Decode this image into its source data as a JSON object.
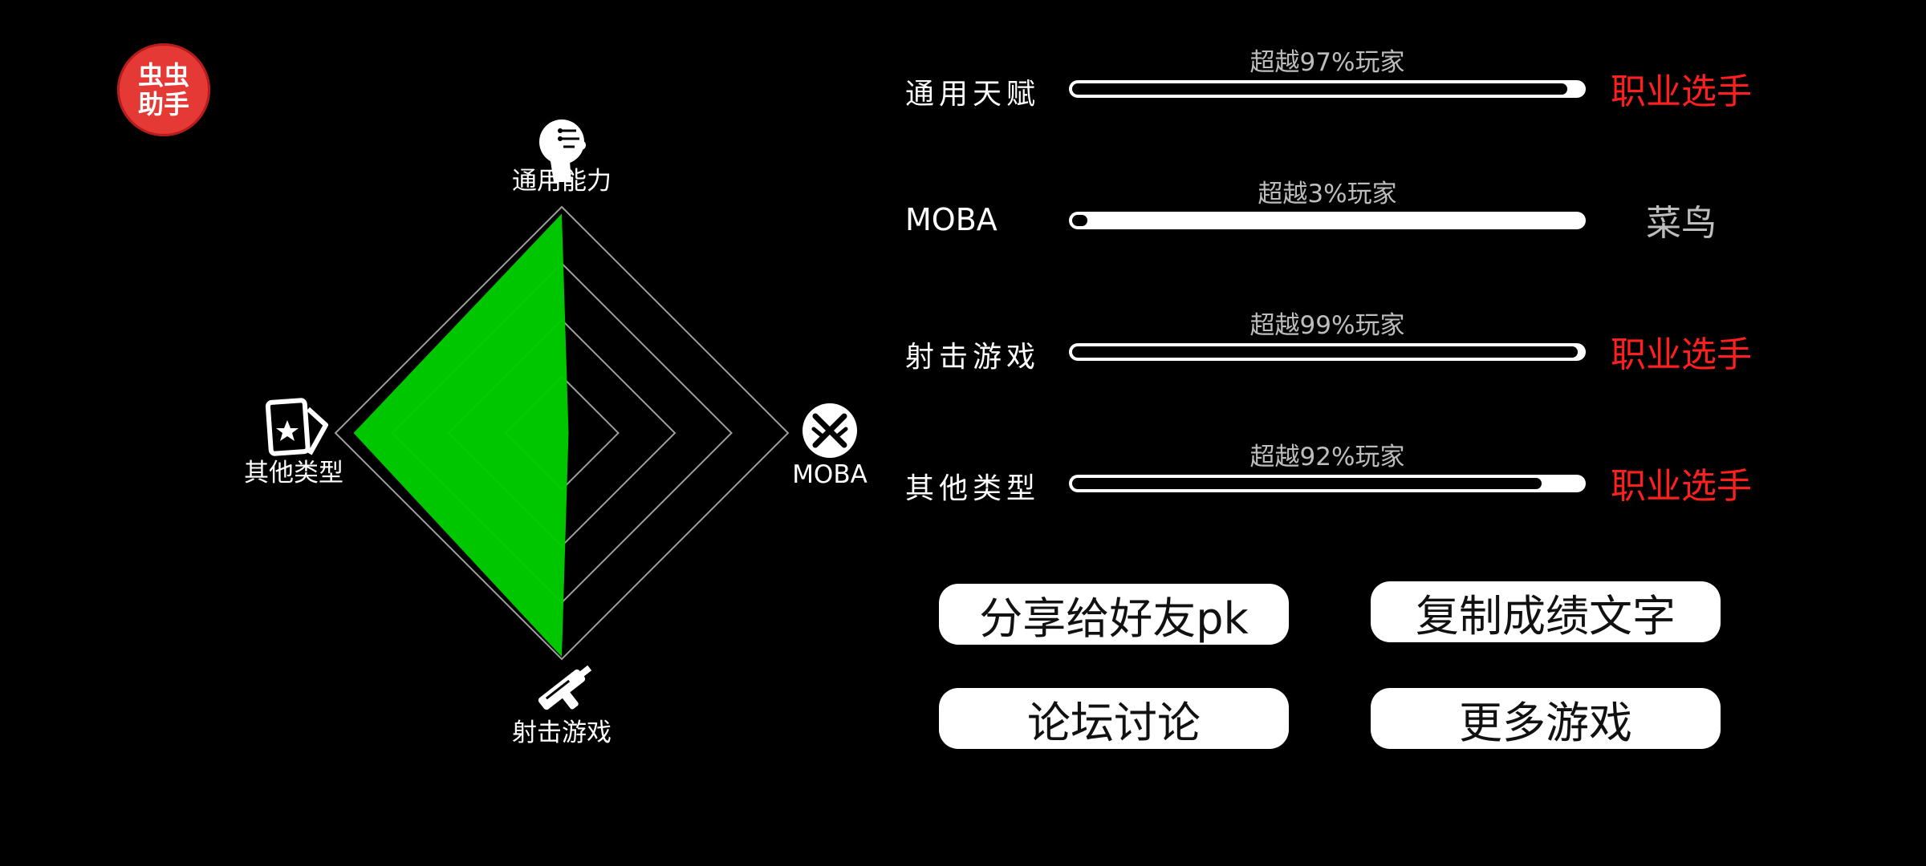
{
  "app": {
    "logo_text": "虫虫助手"
  },
  "chart_data": {
    "type": "radar",
    "axes": [
      "通用能力",
      "MOBA",
      "射击游戏",
      "其他类型"
    ],
    "values": [
      97,
      3,
      99,
      92
    ],
    "range": [
      0,
      100
    ],
    "rings": 4,
    "fill_color": "#00cc00",
    "grid_color": "#9e9e9e",
    "axis_icons": [
      "head-icon",
      "crossed-swords-icon",
      "gun-icon",
      "card-icon"
    ]
  },
  "stats": [
    {
      "label": "通用天赋",
      "percent_text": "超越97%玩家",
      "value": 97,
      "rank": "职业选手",
      "rank_color": "#ff1f1f"
    },
    {
      "label": "MOBA",
      "percent_text": "超越3%玩家",
      "value": 3,
      "rank": "菜鸟",
      "rank_color": "#bdbdbd"
    },
    {
      "label": "射击游戏",
      "percent_text": "超越99%玩家",
      "value": 99,
      "rank": "职业选手",
      "rank_color": "#ff1f1f"
    },
    {
      "label": "其他类型",
      "percent_text": "超越92%玩家",
      "value": 92,
      "rank": "职业选手",
      "rank_color": "#ff1f1f"
    }
  ],
  "buttons": {
    "share": "分享给好友pk",
    "copy": "复制成绩文字",
    "forum": "论坛讨论",
    "more": "更多游戏"
  }
}
